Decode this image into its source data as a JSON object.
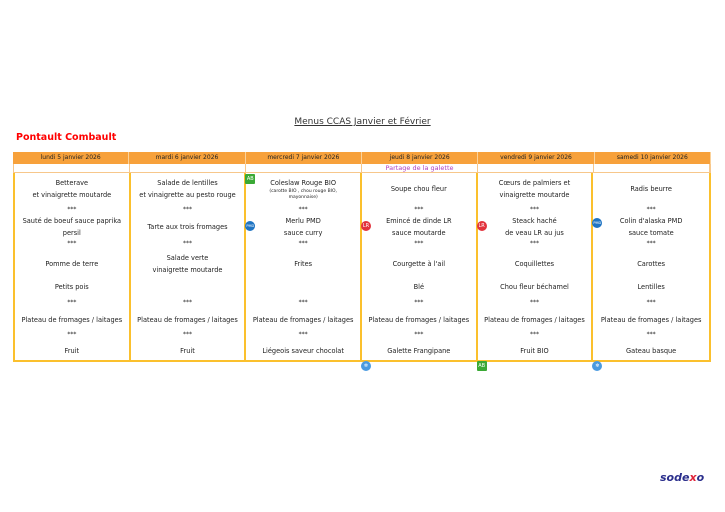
{
  "title": "Menus CCAS Janvier et Février",
  "place": "Pontault Combault",
  "sep": "***",
  "days": [
    {
      "date": "lundi 5 janvier 2026",
      "note": "",
      "starter": [
        "Betterave",
        "et vinaigrette moutarde"
      ],
      "main": [
        "Sauté de boeuf sauce paprika",
        "persil"
      ],
      "side1": [
        "Pomme de terre"
      ],
      "side2": "Petits pois",
      "cheese": "Plateau de fromages / laitages",
      "dessert": "Fruit"
    },
    {
      "date": "mardi 6 janvier 2026",
      "note": "",
      "starter": [
        "Salade de lentilles",
        "et vinaigrette au pesto rouge"
      ],
      "main": [
        "Tarte aux trois fromages"
      ],
      "side1": [
        "Salade verte",
        "vinaigrette moutarde"
      ],
      "side2": "",
      "cheese": "Plateau de fromages / laitages",
      "dessert": "Fruit"
    },
    {
      "date": "mercredi 7 janvier 2026",
      "note": "",
      "starter": [
        "Coleslaw Rouge BIO"
      ],
      "starter_note": [
        "(carotte BIO , chou rouge BIO,",
        "mayonnaise)"
      ],
      "main": [
        "Merlu PMD",
        "sauce curry"
      ],
      "side1": [
        "Frites"
      ],
      "side2": "",
      "cheese": "Plateau de fromages / laitages",
      "dessert": "Liégeois saveur chocolat"
    },
    {
      "date": "jeudi 8 janvier 2026",
      "note": "Partage de la galette",
      "starter": [
        "Soupe chou fleur"
      ],
      "main": [
        "Emincé de dinde LR",
        "sauce moutarde"
      ],
      "side1": [
        "Courgette à l'ail"
      ],
      "side2": "Blé",
      "cheese": "Plateau de fromages / laitages",
      "dessert": "Galette Frangipane"
    },
    {
      "date": "vendredi 9 janvier 2026",
      "note": "",
      "starter": [
        "Cœurs de palmiers et",
        "vinaigrette moutarde"
      ],
      "main": [
        "Steack haché",
        "de veau LR au jus"
      ],
      "side1": [
        "Coquillettes"
      ],
      "side2": "Chou fleur béchamel",
      "cheese": "Plateau de fromages / laitages",
      "dessert": "Fruit BIO"
    },
    {
      "date": "samedi 10 janvier 2026",
      "note": "",
      "starter": [
        "Radis beurre"
      ],
      "main": [
        "Colin d'alaska PMD",
        "sauce tomate"
      ],
      "side1": [
        "Carottes"
      ],
      "side2": "Lentilles",
      "cheese": "Plateau de fromages / laitages",
      "dessert": "Gateau basque"
    }
  ],
  "icons": {
    "bio": "AB",
    "lr": "LR",
    "fish": "PMD",
    "frozen": "❄"
  },
  "logo": "sodexo"
}
